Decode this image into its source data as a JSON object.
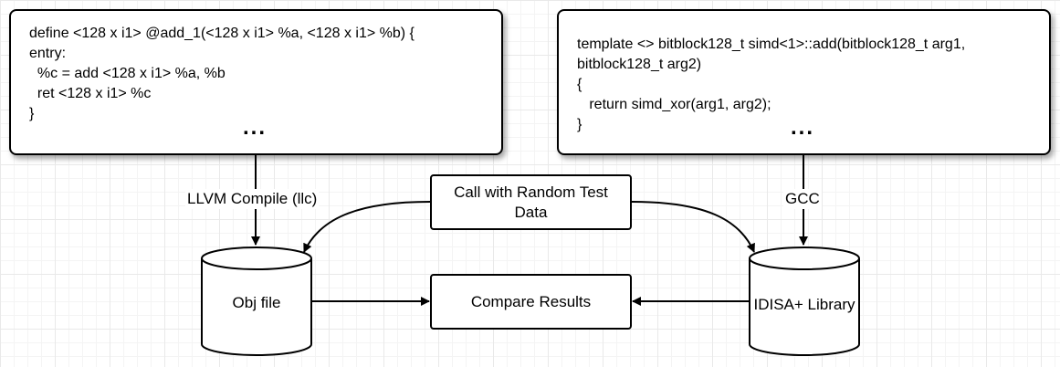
{
  "llvm_code": {
    "lines": [
      "define <128 x i1> @add_1(<128 x i1> %a, <128 x i1> %b) {",
      "entry:",
      "  %c = add <128 x i1> %a, %b",
      "  ret <128 x i1> %c",
      "}"
    ],
    "ellipsis": "..."
  },
  "cpp_code": {
    "lines": [
      "template <> bitblock128_t simd<1>::add(bitblock128_t arg1,",
      "bitblock128_t arg2)",
      "{",
      "   return simd_xor(arg1, arg2);",
      "}"
    ],
    "ellipsis": "..."
  },
  "edges": {
    "llvm_compile": "LLVM Compile (llc)",
    "gcc": "GCC"
  },
  "nodes": {
    "call_test": "Call with Random Test Data",
    "compare": "Compare Results",
    "obj_file": "Obj file",
    "idisa_lib": "IDISA+ Library"
  }
}
